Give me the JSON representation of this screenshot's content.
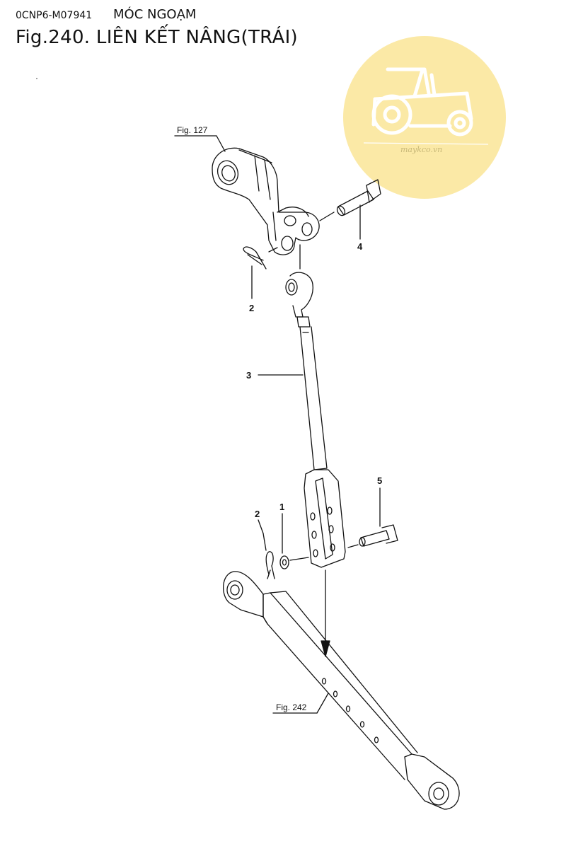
{
  "header": {
    "code": "0CNP6-M07941",
    "section": "MÓC NGOẠM",
    "title": "Fig.240.  LIÊN KẾT NÂNG(TRÁI)"
  },
  "figure_refs": {
    "top": "Fig. 127",
    "bottom": "Fig. 242"
  },
  "callouts": {
    "part_4": "4",
    "part_2_top": "2",
    "part_3": "3",
    "part_5": "5",
    "part_1": "1",
    "part_2_bottom": "2"
  },
  "watermark": {
    "text": "maykco.vn",
    "color": "#fbe9a6"
  }
}
